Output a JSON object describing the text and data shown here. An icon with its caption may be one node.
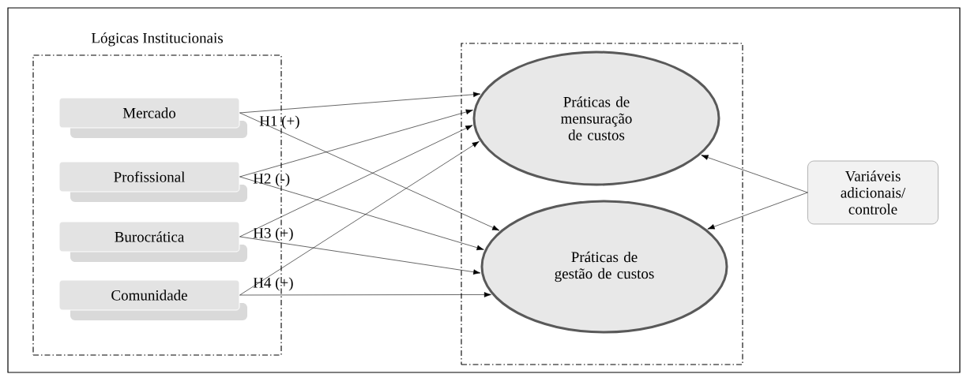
{
  "diagram": {
    "nodes": [
      {
        "text": [
          "Lógicas Institucionais"
        ]
      },
      {
        "text": [
          "Mercado"
        ],
        "in": 0,
        "beside": [
          "H1 (+)"
        ]
      },
      {
        "text": [
          "Profissional"
        ],
        "in": 0,
        "beside": [
          "H2 (-)"
        ]
      },
      {
        "text": [
          "Burocrática"
        ],
        "in": 0,
        "beside": [
          "H3 (+)"
        ]
      },
      {
        "text": [
          "Comunidade"
        ],
        "in": 0,
        "beside": [
          "H4 (+)"
        ]
      },
      {
        "text": [],
        "shape": "box"
      },
      {
        "text": [
          "Práticas de mensuração de custos"
        ],
        "in": 5
      },
      {
        "text": [
          "Práticas de gestão de custos"
        ],
        "in": 5
      },
      {
        "text": [
          "Variáveis adicionais/ controle"
        ]
      }
    ],
    "edges": [
      {
        "from": 1,
        "to": 6,
        "arrow": "to"
      },
      {
        "from": 1,
        "to": 7,
        "arrow": "to"
      },
      {
        "from": 2,
        "to": 6,
        "arrow": "to"
      },
      {
        "from": 2,
        "to": 7,
        "arrow": "to"
      },
      {
        "from": 3,
        "to": 6,
        "arrow": "to"
      },
      {
        "from": 3,
        "to": 7,
        "arrow": "to"
      },
      {
        "from": 4,
        "to": 6,
        "arrow": "to"
      },
      {
        "from": 4,
        "to": 7,
        "arrow": "to"
      },
      {
        "from": 8,
        "to": 6,
        "arrow": "to"
      },
      {
        "from": 8,
        "to": 7,
        "arrow": "to"
      }
    ]
  }
}
